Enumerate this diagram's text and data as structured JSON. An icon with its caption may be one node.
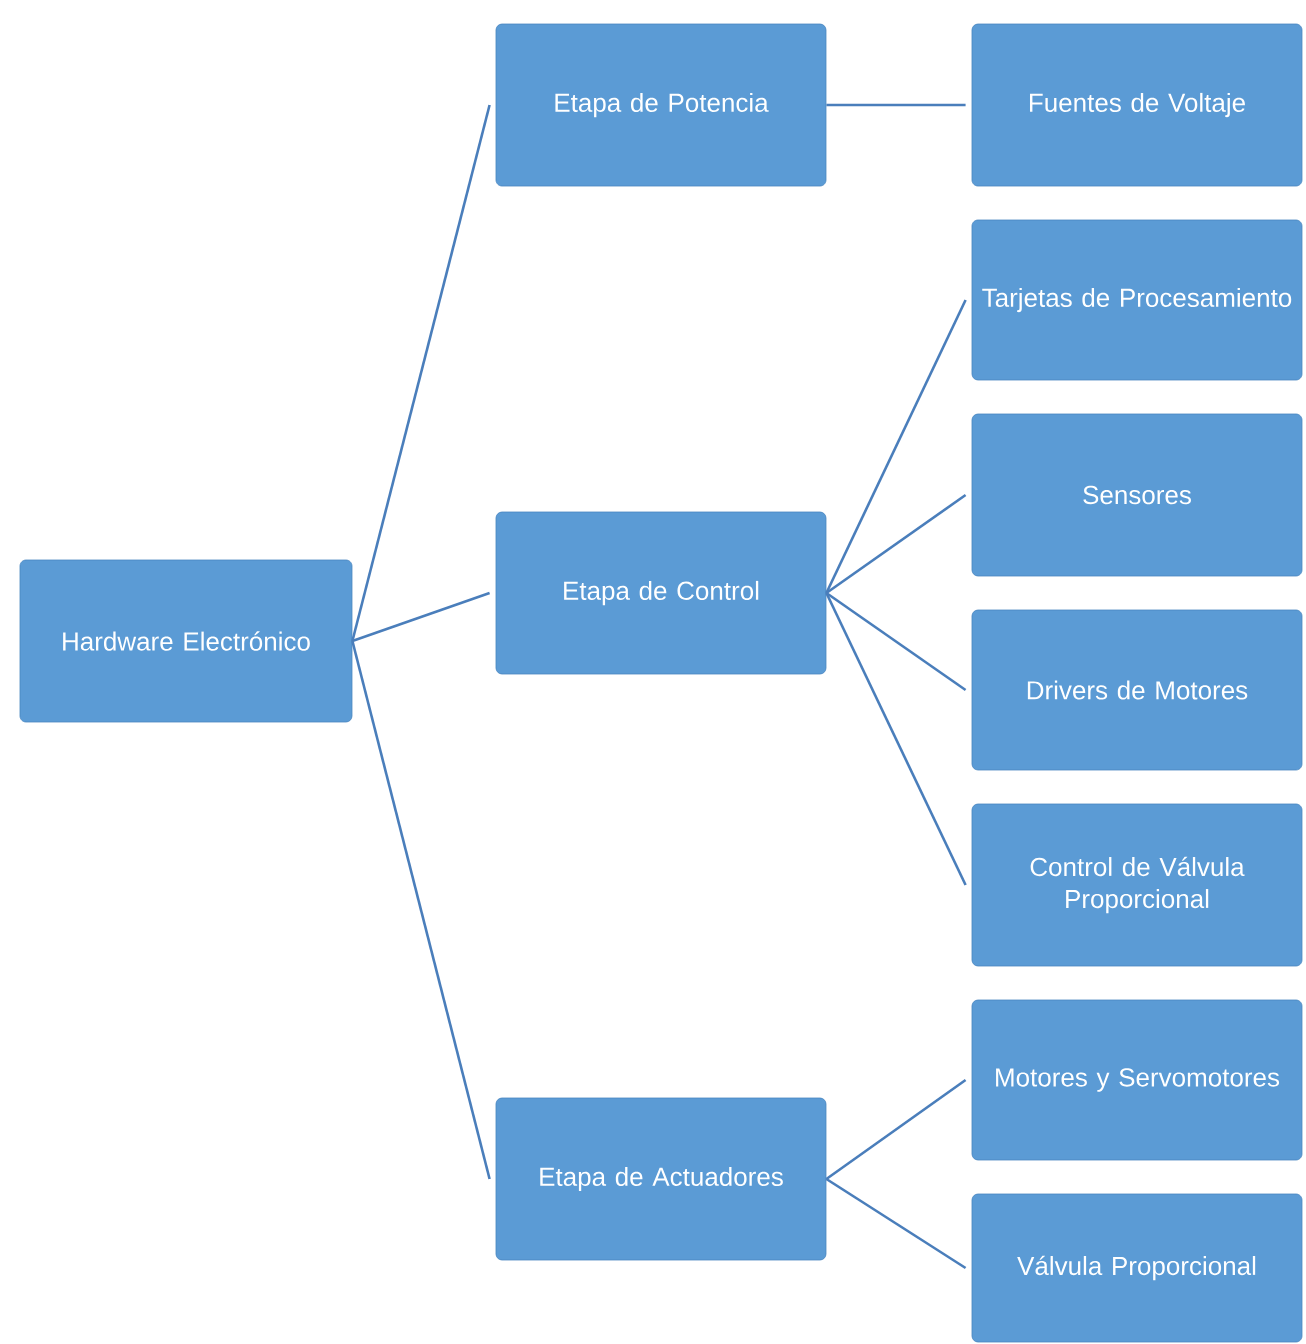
{
  "diagram": {
    "nodes": [
      {
        "text": [
          "Hardware Electrónico"
        ]
      },
      {
        "text": [
          "Etapa de Potencia"
        ]
      },
      {
        "text": [
          "Fuentes de Voltaje"
        ]
      },
      {
        "text": [
          "Etapa de Control"
        ]
      },
      {
        "text": [
          "Tarjetas de Procesamiento"
        ]
      },
      {
        "text": [
          "Sensores"
        ]
      },
      {
        "text": [
          "Drivers de Motores"
        ]
      },
      {
        "text": [
          "Control de Válvula Proporcional"
        ]
      },
      {
        "text": [
          "Etapa de Actuadores"
        ]
      },
      {
        "text": [
          "Motores y Servomotores"
        ]
      },
      {
        "text": [
          "Válvula Proporcional"
        ]
      }
    ],
    "edges": [
      {
        "from": 0,
        "to": 1,
        "arrow": "none"
      },
      {
        "from": 0,
        "to": 3,
        "arrow": "none"
      },
      {
        "from": 0,
        "to": 8,
        "arrow": "none"
      },
      {
        "from": 1,
        "to": 2,
        "arrow": "none"
      },
      {
        "from": 3,
        "to": 4,
        "arrow": "none"
      },
      {
        "from": 3,
        "to": 5,
        "arrow": "none"
      },
      {
        "from": 3,
        "to": 6,
        "arrow": "none"
      },
      {
        "from": 3,
        "to": 7,
        "arrow": "none"
      },
      {
        "from": 8,
        "to": 9,
        "arrow": "none"
      },
      {
        "from": 8,
        "to": 10,
        "arrow": "none"
      }
    ]
  }
}
